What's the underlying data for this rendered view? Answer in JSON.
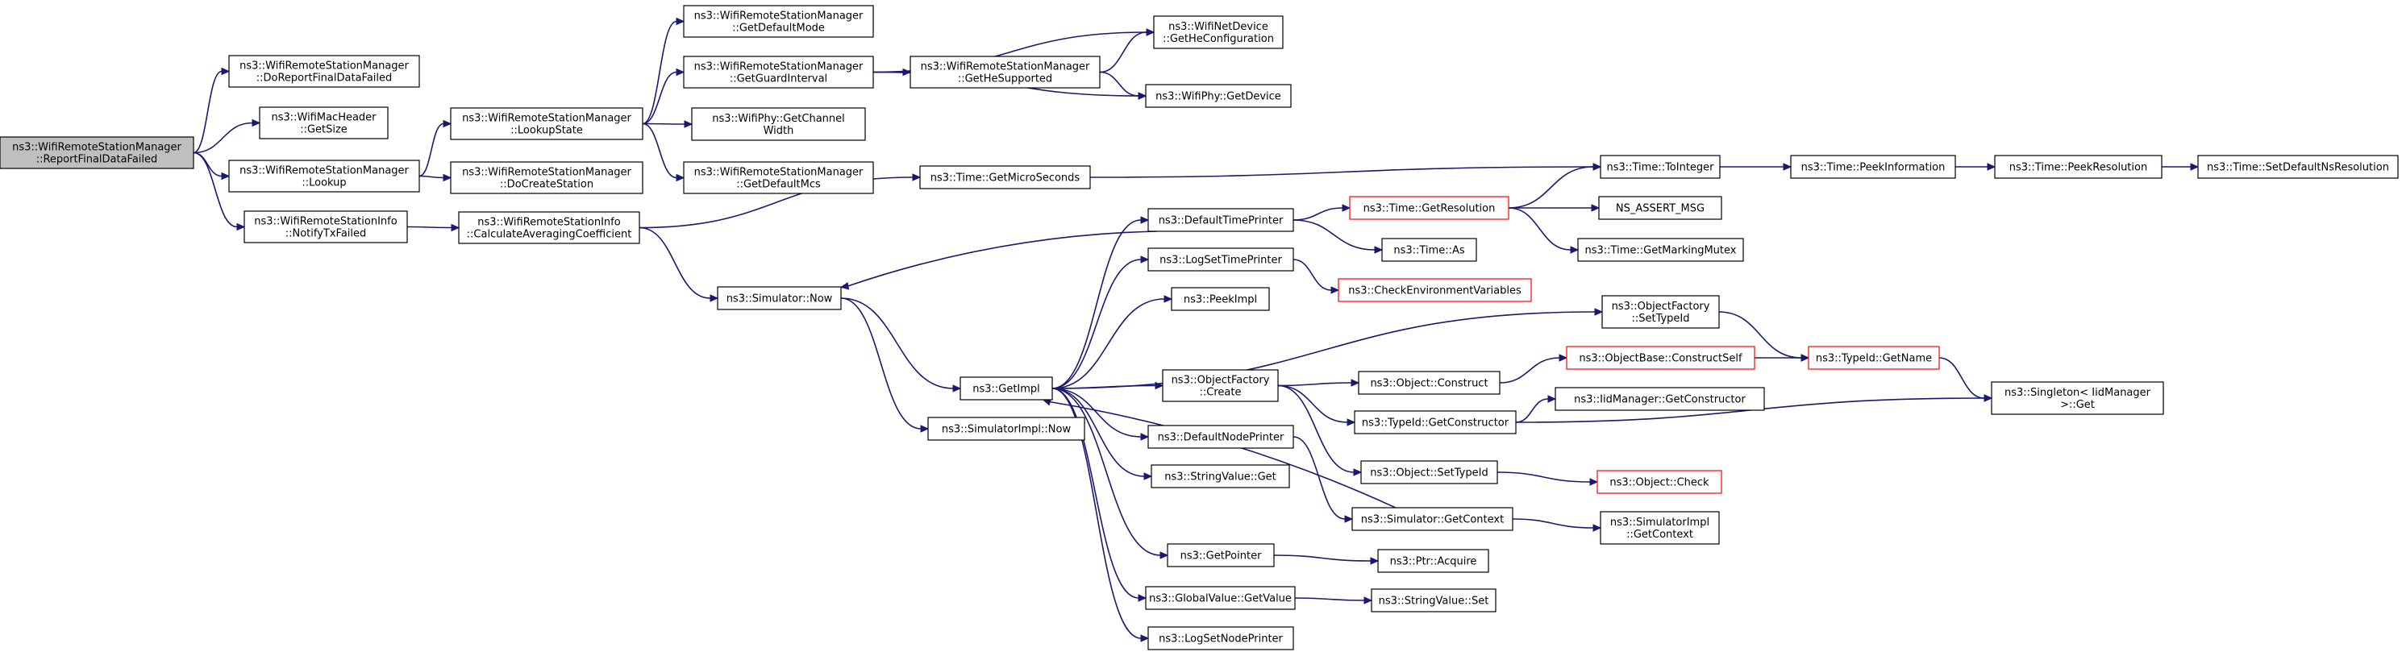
{
  "graph": {
    "colors": {
      "edge": "#191970",
      "root_fill": "#bfbfbf",
      "highlight_border": "#ff0000"
    },
    "nodes": [
      {
        "id": "n0",
        "lines": [
          "ns3::WifiRemoteStationManager",
          "::ReportFinalDataFailed"
        ],
        "root": true
      },
      {
        "id": "n1",
        "lines": [
          "ns3::WifiRemoteStationManager",
          "::DoReportFinalDataFailed"
        ]
      },
      {
        "id": "n2",
        "lines": [
          "ns3::WifiMacHeader",
          "::GetSize"
        ]
      },
      {
        "id": "n3",
        "lines": [
          "ns3::WifiRemoteStationManager",
          "::Lookup"
        ]
      },
      {
        "id": "n4",
        "lines": [
          "ns3::WifiRemoteStationInfo",
          "::NotifyTxFailed"
        ]
      },
      {
        "id": "n5",
        "lines": [
          "ns3::WifiRemoteStationManager",
          "::LookupState"
        ]
      },
      {
        "id": "n6",
        "lines": [
          "ns3::WifiRemoteStationManager",
          "::DoCreateStation"
        ]
      },
      {
        "id": "n7",
        "lines": [
          "ns3::WifiRemoteStationInfo",
          "::CalculateAveragingCoefficient"
        ]
      },
      {
        "id": "n8",
        "lines": [
          "ns3::WifiRemoteStationManager",
          "::GetDefaultMode"
        ]
      },
      {
        "id": "n9",
        "lines": [
          "ns3::WifiRemoteStationManager",
          "::GetGuardInterval"
        ]
      },
      {
        "id": "n10",
        "lines": [
          "ns3::WifiPhy::GetChannel",
          "Width"
        ]
      },
      {
        "id": "n11",
        "lines": [
          "ns3::WifiRemoteStationManager",
          "::GetDefaultMcs"
        ]
      },
      {
        "id": "n12",
        "lines": [
          "ns3::WifiRemoteStationManager",
          "::GetHeSupported"
        ]
      },
      {
        "id": "n13",
        "lines": [
          "ns3::WifiNetDevice",
          "::GetHeConfiguration"
        ]
      },
      {
        "id": "n14",
        "lines": [
          "ns3::WifiPhy::GetDevice"
        ]
      },
      {
        "id": "n15",
        "lines": [
          "ns3::Time::GetMicroSeconds"
        ]
      },
      {
        "id": "n16",
        "lines": [
          "ns3::Simulator::Now"
        ]
      },
      {
        "id": "n17",
        "lines": [
          "ns3::GetImpl"
        ]
      },
      {
        "id": "n18",
        "lines": [
          "ns3::SimulatorImpl::Now"
        ]
      },
      {
        "id": "n19",
        "lines": [
          "ns3::DefaultTimePrinter"
        ]
      },
      {
        "id": "n20",
        "lines": [
          "ns3::LogSetTimePrinter"
        ]
      },
      {
        "id": "n21",
        "lines": [
          "ns3::PeekImpl"
        ]
      },
      {
        "id": "n22",
        "lines": [
          "ns3::ObjectFactory",
          "::Create"
        ]
      },
      {
        "id": "n23",
        "lines": [
          "ns3::DefaultNodePrinter"
        ]
      },
      {
        "id": "n24",
        "lines": [
          "ns3::StringValue::Get"
        ]
      },
      {
        "id": "n25",
        "lines": [
          "ns3::GetPointer"
        ]
      },
      {
        "id": "n26",
        "lines": [
          "ns3::GlobalValue::GetValue"
        ]
      },
      {
        "id": "n27",
        "lines": [
          "ns3::LogSetNodePrinter"
        ]
      },
      {
        "id": "n28",
        "lines": [
          "ns3::Time::GetResolution"
        ],
        "highlight": true
      },
      {
        "id": "n29",
        "lines": [
          "ns3::Time::As"
        ]
      },
      {
        "id": "n30",
        "lines": [
          "ns3::CheckEnvironmentVariables"
        ],
        "highlight": true
      },
      {
        "id": "n31",
        "lines": [
          "ns3::Object::Construct"
        ]
      },
      {
        "id": "n32",
        "lines": [
          "ns3::TypeId::GetConstructor"
        ]
      },
      {
        "id": "n33",
        "lines": [
          "ns3::Object::SetTypeId"
        ]
      },
      {
        "id": "n34",
        "lines": [
          "ns3::Simulator::GetContext"
        ]
      },
      {
        "id": "n35",
        "lines": [
          "ns3::Ptr::Acquire"
        ]
      },
      {
        "id": "n36",
        "lines": [
          "ns3::StringValue::Set"
        ]
      },
      {
        "id": "n37",
        "lines": [
          "ns3::Time::ToInteger"
        ]
      },
      {
        "id": "n38",
        "lines": [
          "NS_ASSERT_MSG"
        ]
      },
      {
        "id": "n39",
        "lines": [
          "ns3::Time::GetMarkingMutex"
        ]
      },
      {
        "id": "n40",
        "lines": [
          "ns3::ObjectFactory",
          "::SetTypeId"
        ]
      },
      {
        "id": "n41",
        "lines": [
          "ns3::ObjectBase::ConstructSelf"
        ],
        "highlight": true
      },
      {
        "id": "n42",
        "lines": [
          "ns3::IidManager::GetConstructor"
        ]
      },
      {
        "id": "n43",
        "lines": [
          "ns3::Object::Check"
        ],
        "highlight": true
      },
      {
        "id": "n44",
        "lines": [
          "ns3::SimulatorImpl",
          "::GetContext"
        ]
      },
      {
        "id": "n45",
        "lines": [
          "ns3::Time::PeekInformation"
        ]
      },
      {
        "id": "n46",
        "lines": [
          "ns3::TypeId::GetName"
        ],
        "highlight": true
      },
      {
        "id": "n47",
        "lines": [
          "ns3::Singleton< IidManager",
          " >::Get"
        ]
      },
      {
        "id": "n48",
        "lines": [
          "ns3::Time::PeekResolution"
        ]
      },
      {
        "id": "n49",
        "lines": [
          "ns3::Time::SetDefaultNsResolution"
        ]
      }
    ],
    "edges": [
      [
        "n0",
        "n1"
      ],
      [
        "n0",
        "n2"
      ],
      [
        "n0",
        "n3"
      ],
      [
        "n0",
        "n4"
      ],
      [
        "n3",
        "n5"
      ],
      [
        "n3",
        "n6"
      ],
      [
        "n4",
        "n7"
      ],
      [
        "n5",
        "n8"
      ],
      [
        "n5",
        "n9"
      ],
      [
        "n5",
        "n10"
      ],
      [
        "n5",
        "n11"
      ],
      [
        "n9",
        "n12"
      ],
      [
        "n9",
        "n13"
      ],
      [
        "n9",
        "n14"
      ],
      [
        "n12",
        "n13"
      ],
      [
        "n12",
        "n14"
      ],
      [
        "n7",
        "n15"
      ],
      [
        "n7",
        "n16"
      ],
      [
        "n15",
        "n37"
      ],
      [
        "n16",
        "n17"
      ],
      [
        "n16",
        "n18"
      ],
      [
        "n17",
        "n19"
      ],
      [
        "n17",
        "n20"
      ],
      [
        "n17",
        "n21"
      ],
      [
        "n17",
        "n22"
      ],
      [
        "n17",
        "n23"
      ],
      [
        "n17",
        "n24"
      ],
      [
        "n17",
        "n25"
      ],
      [
        "n17",
        "n26"
      ],
      [
        "n17",
        "n27"
      ],
      [
        "n17",
        "n40"
      ],
      [
        "n19",
        "n16"
      ],
      [
        "n19",
        "n28"
      ],
      [
        "n19",
        "n29"
      ],
      [
        "n20",
        "n30"
      ],
      [
        "n22",
        "n31"
      ],
      [
        "n22",
        "n32"
      ],
      [
        "n22",
        "n33"
      ],
      [
        "n23",
        "n34"
      ],
      [
        "n34",
        "n17"
      ],
      [
        "n34",
        "n44"
      ],
      [
        "n25",
        "n35"
      ],
      [
        "n26",
        "n36"
      ],
      [
        "n28",
        "n37"
      ],
      [
        "n28",
        "n38"
      ],
      [
        "n28",
        "n39"
      ],
      [
        "n31",
        "n41"
      ],
      [
        "n32",
        "n42"
      ],
      [
        "n32",
        "n47"
      ],
      [
        "n33",
        "n43"
      ],
      [
        "n40",
        "n46"
      ],
      [
        "n41",
        "n46"
      ],
      [
        "n46",
        "n47"
      ],
      [
        "n37",
        "n45"
      ],
      [
        "n45",
        "n48"
      ],
      [
        "n48",
        "n49"
      ]
    ]
  }
}
